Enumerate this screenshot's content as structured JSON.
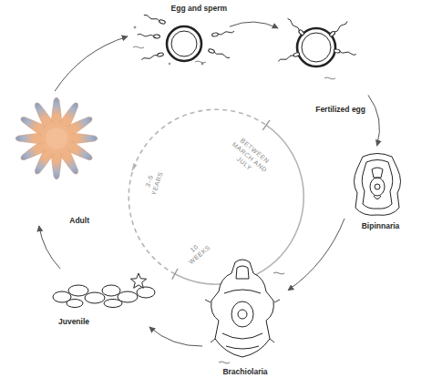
{
  "diagram": {
    "nodes": [
      {
        "text": [
          "Egg and sperm"
        ]
      },
      {
        "text": [
          "Fertilized egg"
        ]
      },
      {
        "text": [
          "Bipinnaria"
        ]
      },
      {
        "text": [
          "Brachiolaria"
        ]
      },
      {
        "text": [
          "Juvenile"
        ]
      },
      {
        "text": [
          "Adult"
        ]
      }
    ],
    "edges": [
      {
        "from": 0,
        "to": 1,
        "arrow": "to"
      },
      {
        "from": 1,
        "to": 2,
        "arrow": "to"
      },
      {
        "from": 2,
        "to": 3,
        "arrow": "to"
      },
      {
        "from": 3,
        "to": 4,
        "arrow": "to"
      },
      {
        "from": 4,
        "to": 5,
        "arrow": "to"
      },
      {
        "from": 5,
        "to": 0,
        "arrow": "to"
      }
    ],
    "labels": [
      "BETWEEN MARCH AND JULY",
      "3–5 YEARS",
      "10 WEEKS"
    ]
  }
}
